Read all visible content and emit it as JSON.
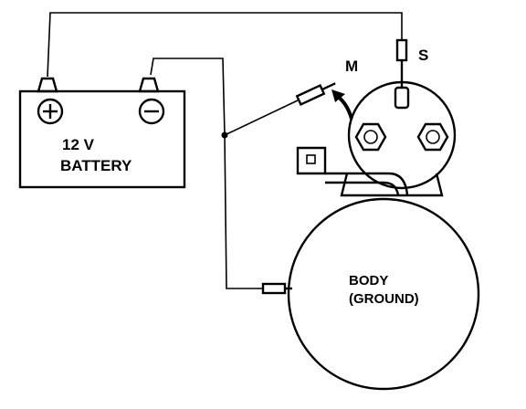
{
  "battery": {
    "label_line1": "12 V",
    "label_line2": "BATTERY",
    "positive_symbol": "+",
    "negative_symbol": "−"
  },
  "starter": {
    "terminal_s_label": "S",
    "terminal_m_label": "M",
    "body_label_line1": "BODY",
    "body_label_line2": "(GROUND)"
  },
  "colors": {
    "line": "#000000",
    "background": "#ffffff"
  }
}
